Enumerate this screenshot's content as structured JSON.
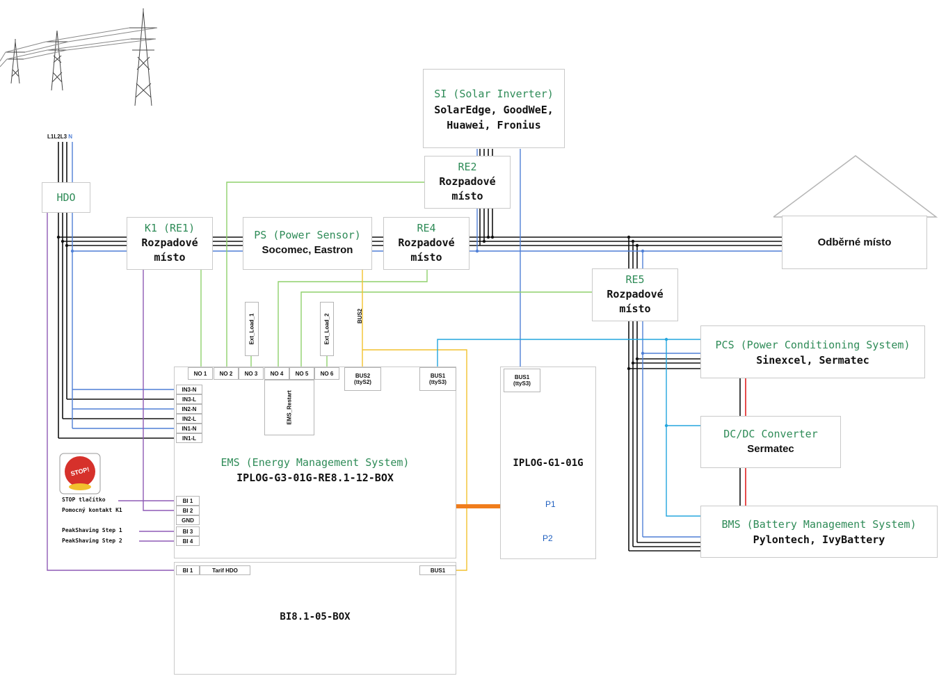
{
  "grid": {
    "phase_labels": [
      "L1",
      "L2",
      "L3"
    ],
    "neutral_label": "N"
  },
  "hdo": {
    "label": "HDO"
  },
  "k1": {
    "title": "K1 (RE1)",
    "line1": "Rozpadové",
    "line2": "místo"
  },
  "ps": {
    "title": "PS (Power Sensor)",
    "line1": "Socomec, Eastron"
  },
  "re4": {
    "title": "RE4",
    "line1": "Rozpadové",
    "line2": "místo"
  },
  "re2": {
    "title": "RE2",
    "line1": "Rozpadové",
    "line2": "místo"
  },
  "si": {
    "title": "SI (Solar Inverter)",
    "line1": "SolarEdge, GoodWeE,",
    "line2": "Huawei, Fronius"
  },
  "re5": {
    "title": "RE5",
    "line1": "Rozpadové",
    "line2": "místo"
  },
  "odberne": {
    "label": "Odběrné místo"
  },
  "pcs": {
    "title": "PCS (Power Conditioning System)",
    "line1": "Sinexcel, Sermatec"
  },
  "dcdc": {
    "title": "DC/DC Converter",
    "line1": "Sermatec"
  },
  "bms": {
    "title": "BMS (Battery Management System)",
    "line1": "Pylontech, IvyBattery"
  },
  "ems": {
    "title": "EMS (Energy Management System)",
    "model": "IPLOG-G3-01G-RE8.1-12-BOX",
    "outputs": [
      "NO 1",
      "NO 2",
      "NO 3",
      "NO 4",
      "NO 5",
      "NO 6"
    ],
    "bus2": "BUS2 (ttyS2)",
    "bus1": "BUS1 (ttyS3)",
    "inputs": [
      "IN3-N",
      "IN3-L",
      "IN2-N",
      "IN2-L",
      "IN1-N",
      "IN1-L"
    ],
    "binary_inputs": [
      "BI 1",
      "BI 2",
      "GND",
      "BI 3",
      "BI 4"
    ]
  },
  "tags": {
    "ext_load_1": "Ext_Load_1",
    "ext_load_2": "Ext_Load_2",
    "ems_restart": "EMS_Restart",
    "bus2_wire": "BUS2"
  },
  "side_labels": {
    "stop_button": "STOP tlačítko",
    "aux_contact": "Pomocný kontakt K1",
    "peak1": "PeakShaving Step 1",
    "peak2": "PeakShaving Step 2",
    "stop_sign": "STOP!"
  },
  "iplog": {
    "model": "IPLOG-G1-01G",
    "bus1": "BUS1 (ttyS3)",
    "ports": [
      "P1",
      "P2"
    ]
  },
  "bi8": {
    "model": "BI8.1-05-BOX",
    "bi1": "BI 1",
    "tarif": "Tarif HDO",
    "bus1": "BUS1"
  },
  "colors": {
    "phase": "#111111",
    "neutral": "#4f7fd6",
    "relay": "#8fd16b",
    "bus": "#f2c12e",
    "bus_blue": "#23a6de",
    "purple": "#8e5ab5",
    "ethernet": "#f07d1c",
    "dc_red": "#e02020",
    "title_green": "#2e8b57",
    "port_blue": "#1f5fbf"
  }
}
